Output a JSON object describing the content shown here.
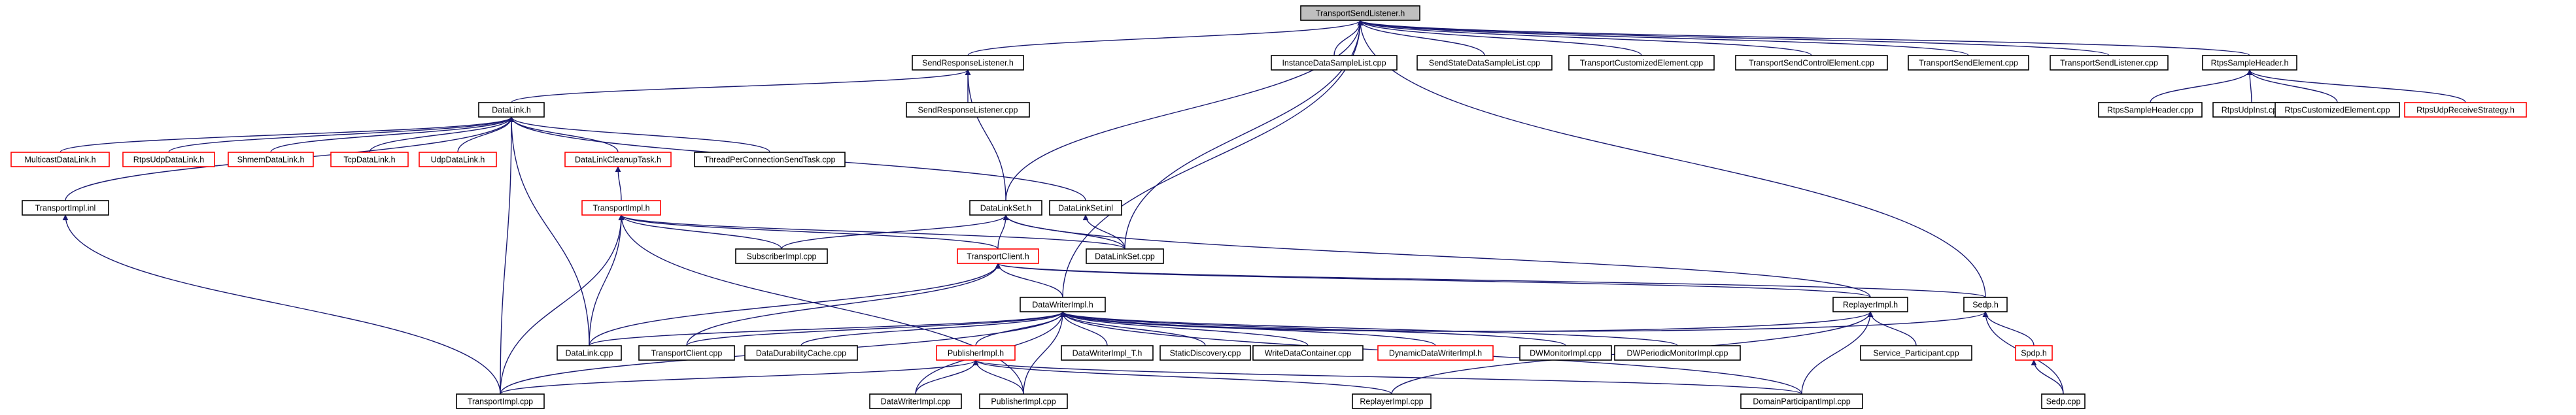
{
  "diagram": {
    "type": "include-dependency-graph",
    "colors": {
      "edge": "#191970",
      "root_fill": "#bfbfbf",
      "node_border": "#000000",
      "missing_border": "#ff0000"
    },
    "nodes": [
      {
        "id": "root",
        "label": "TransportSendListener.h",
        "style": "root"
      },
      {
        "id": "srl_h",
        "label": "SendResponseListener.h",
        "style": "black"
      },
      {
        "id": "idsl",
        "label": "InstanceDataSampleList.cpp",
        "style": "black"
      },
      {
        "id": "ssdsl",
        "label": "SendStateDataSampleList.cpp",
        "style": "black"
      },
      {
        "id": "tce",
        "label": "TransportCustomizedElement.cpp",
        "style": "black"
      },
      {
        "id": "tsce",
        "label": "TransportSendControlElement.cpp",
        "style": "black"
      },
      {
        "id": "tse",
        "label": "TransportSendElement.cpp",
        "style": "black"
      },
      {
        "id": "tsl_cpp",
        "label": "TransportSendListener.cpp",
        "style": "black"
      },
      {
        "id": "rsh_h",
        "label": "RtpsSampleHeader.h",
        "style": "black"
      },
      {
        "id": "dl_h",
        "label": "DataLink.h",
        "style": "black"
      },
      {
        "id": "srl_cpp",
        "label": "SendResponseListener.cpp",
        "style": "black"
      },
      {
        "id": "rsh_cpp",
        "label": "RtpsSampleHeader.cpp",
        "style": "black"
      },
      {
        "id": "rui",
        "label": "RtpsUdpInst.cpp",
        "style": "black"
      },
      {
        "id": "rce",
        "label": "RtpsCustomizedElement.cpp",
        "style": "black"
      },
      {
        "id": "rurs",
        "label": "RtpsUdpReceiveStrategy.h",
        "style": "red"
      },
      {
        "id": "mcdl",
        "label": "MulticastDataLink.h",
        "style": "red"
      },
      {
        "id": "rudl",
        "label": "RtpsUdpDataLink.h",
        "style": "red"
      },
      {
        "id": "shdl",
        "label": "ShmemDataLink.h",
        "style": "red"
      },
      {
        "id": "tcpdl",
        "label": "TcpDataLink.h",
        "style": "red"
      },
      {
        "id": "udpdl",
        "label": "UdpDataLink.h",
        "style": "red"
      },
      {
        "id": "dlct",
        "label": "DataLinkCleanupTask.h",
        "style": "red"
      },
      {
        "id": "tpcst",
        "label": "ThreadPerConnectionSendTask.cpp",
        "style": "black"
      },
      {
        "id": "ti_inl",
        "label": "TransportImpl.inl",
        "style": "black"
      },
      {
        "id": "ti_h",
        "label": "TransportImpl.h",
        "style": "red"
      },
      {
        "id": "dls_h",
        "label": "DataLinkSet.h",
        "style": "black"
      },
      {
        "id": "dls_inl",
        "label": "DataLinkSet.inl",
        "style": "black"
      },
      {
        "id": "subi",
        "label": "SubscriberImpl.cpp",
        "style": "black"
      },
      {
        "id": "tc_h",
        "label": "TransportClient.h",
        "style": "red"
      },
      {
        "id": "dls_cpp",
        "label": "DataLinkSet.cpp",
        "style": "black"
      },
      {
        "id": "dwi_h",
        "label": "DataWriterImpl.h",
        "style": "black"
      },
      {
        "id": "ri_h",
        "label": "ReplayerImpl.h",
        "style": "black"
      },
      {
        "id": "sedp_h",
        "label": "Sedp.h",
        "style": "black"
      },
      {
        "id": "dl_cpp",
        "label": "DataLink.cpp",
        "style": "black"
      },
      {
        "id": "tc_cpp",
        "label": "TransportClient.cpp",
        "style": "black"
      },
      {
        "id": "ddc",
        "label": "DataDurabilityCache.cpp",
        "style": "black"
      },
      {
        "id": "pi_h",
        "label": "PublisherImpl.h",
        "style": "red"
      },
      {
        "id": "dwit",
        "label": "DataWriterImpl_T.h",
        "style": "black"
      },
      {
        "id": "sd",
        "label": "StaticDiscovery.cpp",
        "style": "black"
      },
      {
        "id": "wdc",
        "label": "WriteDataContainer.cpp",
        "style": "black"
      },
      {
        "id": "ddwi",
        "label": "DynamicDataWriterImpl.h",
        "style": "red"
      },
      {
        "id": "dwmi",
        "label": "DWMonitorImpl.cpp",
        "style": "black"
      },
      {
        "id": "dwpmi",
        "label": "DWPeriodicMonitorImpl.cpp",
        "style": "black"
      },
      {
        "id": "svcp",
        "label": "Service_Participant.cpp",
        "style": "black"
      },
      {
        "id": "spdp_h",
        "label": "Spdp.h",
        "style": "red"
      },
      {
        "id": "ti_cpp",
        "label": "TransportImpl.cpp",
        "style": "black"
      },
      {
        "id": "dwi_cpp",
        "label": "DataWriterImpl.cpp",
        "style": "black"
      },
      {
        "id": "pi_cpp",
        "label": "PublisherImpl.cpp",
        "style": "black"
      },
      {
        "id": "ri_cpp",
        "label": "ReplayerImpl.cpp",
        "style": "black"
      },
      {
        "id": "dpi_cpp",
        "label": "DomainParticipantImpl.cpp",
        "style": "black"
      },
      {
        "id": "sedp_cpp",
        "label": "Sedp.cpp",
        "style": "black"
      }
    ],
    "edges": [
      [
        "srl_h",
        "root"
      ],
      [
        "idsl",
        "root"
      ],
      [
        "ssdsl",
        "root"
      ],
      [
        "tce",
        "root"
      ],
      [
        "tsce",
        "root"
      ],
      [
        "tse",
        "root"
      ],
      [
        "tsl_cpp",
        "root"
      ],
      [
        "rsh_h",
        "root"
      ],
      [
        "dls_h",
        "root"
      ],
      [
        "dls_cpp",
        "root"
      ],
      [
        "dwi_h",
        "root"
      ],
      [
        "sedp_h",
        "root"
      ],
      [
        "dl_h",
        "srl_h"
      ],
      [
        "srl_cpp",
        "srl_h"
      ],
      [
        "dls_h",
        "srl_h"
      ],
      [
        "rsh_cpp",
        "rsh_h"
      ],
      [
        "rui",
        "rsh_h"
      ],
      [
        "rce",
        "rsh_h"
      ],
      [
        "rurs",
        "rsh_h"
      ],
      [
        "mcdl",
        "dl_h"
      ],
      [
        "rudl",
        "dl_h"
      ],
      [
        "shdl",
        "dl_h"
      ],
      [
        "tcpdl",
        "dl_h"
      ],
      [
        "udpdl",
        "dl_h"
      ],
      [
        "dlct",
        "dl_h"
      ],
      [
        "tpcst",
        "dl_h"
      ],
      [
        "ti_inl",
        "dl_h"
      ],
      [
        "dls_inl",
        "dl_h"
      ],
      [
        "dl_cpp",
        "dl_h"
      ],
      [
        "ti_cpp",
        "dl_h"
      ],
      [
        "ti_h",
        "dlct"
      ],
      [
        "ti_cpp",
        "ti_inl"
      ],
      [
        "subi",
        "ti_h"
      ],
      [
        "tc_h",
        "ti_h"
      ],
      [
        "dls_cpp",
        "ti_h"
      ],
      [
        "dl_cpp",
        "ti_h"
      ],
      [
        "ti_cpp",
        "ti_h"
      ],
      [
        "pi_cpp",
        "ti_h"
      ],
      [
        "subi",
        "dls_h"
      ],
      [
        "tc_h",
        "dls_h"
      ],
      [
        "dls_cpp",
        "dls_h"
      ],
      [
        "ri_h",
        "dls_h"
      ],
      [
        "dls_cpp",
        "dls_inl"
      ],
      [
        "dwi_h",
        "tc_h"
      ],
      [
        "ri_h",
        "tc_h"
      ],
      [
        "sedp_h",
        "tc_h"
      ],
      [
        "dl_cpp",
        "tc_h"
      ],
      [
        "tc_cpp",
        "tc_h"
      ],
      [
        "dl_cpp",
        "dwi_h"
      ],
      [
        "tc_cpp",
        "dwi_h"
      ],
      [
        "ddc",
        "dwi_h"
      ],
      [
        "pi_h",
        "dwi_h"
      ],
      [
        "dwit",
        "dwi_h"
      ],
      [
        "sd",
        "dwi_h"
      ],
      [
        "wdc",
        "dwi_h"
      ],
      [
        "ddwi",
        "dwi_h"
      ],
      [
        "dwmi",
        "dwi_h"
      ],
      [
        "dwpmi",
        "dwi_h"
      ],
      [
        "ri_h",
        "dwi_h"
      ],
      [
        "sedp_h",
        "dwi_h"
      ],
      [
        "ti_cpp",
        "dwi_h"
      ],
      [
        "dwi_cpp",
        "dwi_h"
      ],
      [
        "pi_cpp",
        "dwi_h"
      ],
      [
        "dpi_cpp",
        "dwi_h"
      ],
      [
        "dwi_cpp",
        "pi_h"
      ],
      [
        "pi_cpp",
        "pi_h"
      ],
      [
        "ri_cpp",
        "pi_h"
      ],
      [
        "dpi_cpp",
        "pi_h"
      ],
      [
        "ti_cpp",
        "pi_h"
      ],
      [
        "svcp",
        "ri_h"
      ],
      [
        "ri_cpp",
        "ri_h"
      ],
      [
        "dpi_cpp",
        "ri_h"
      ],
      [
        "spdp_h",
        "sedp_h"
      ],
      [
        "sedp_cpp",
        "sedp_h"
      ],
      [
        "sedp_cpp",
        "spdp_h"
      ]
    ]
  }
}
